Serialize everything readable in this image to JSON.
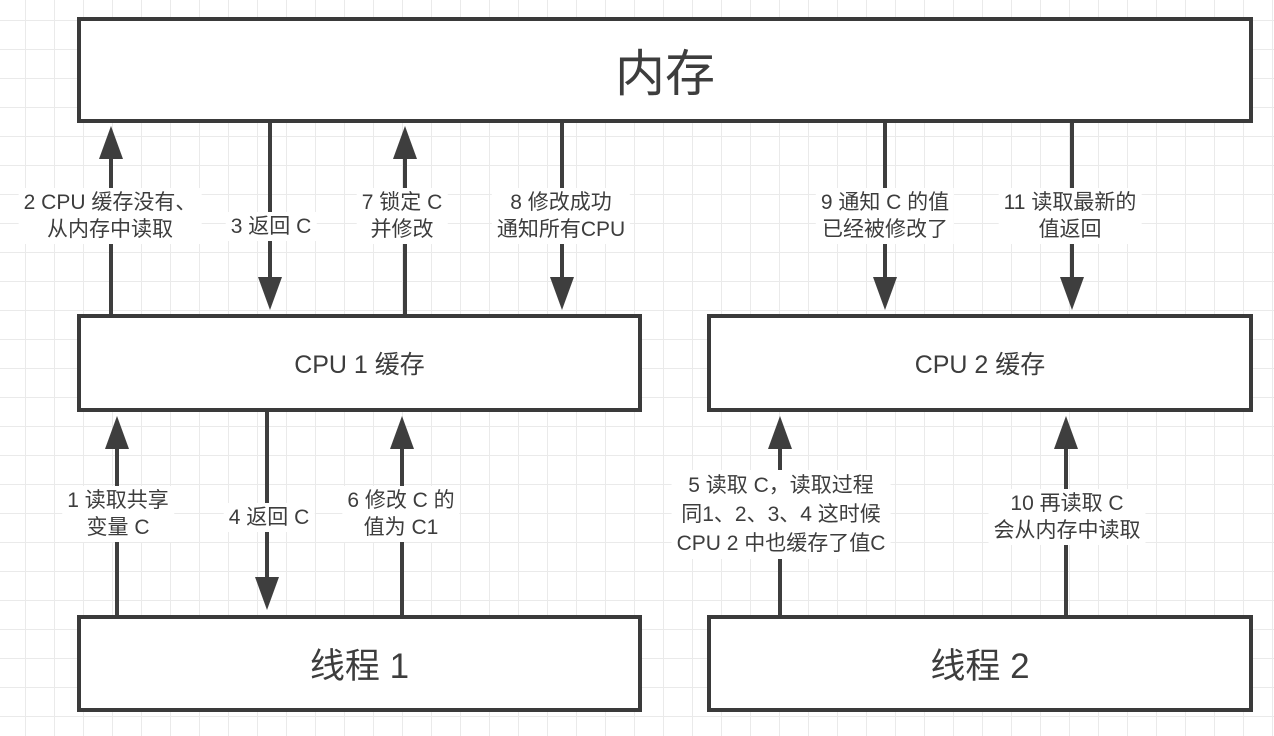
{
  "boxes": {
    "memory": {
      "label": "内存"
    },
    "cpu1_cache": {
      "label": "CPU 1 缓存"
    },
    "cpu2_cache": {
      "label": "CPU 2 缓存"
    },
    "thread1": {
      "label": "线程 1"
    },
    "thread2": {
      "label": "线程 2"
    }
  },
  "arrows": {
    "a1": {
      "direction": "up",
      "from": "thread1",
      "to": "cpu1_cache",
      "lines": [
        "1 读取共享",
        "变量 C"
      ]
    },
    "a2": {
      "direction": "up",
      "from": "cpu1_cache",
      "to": "memory",
      "lines": [
        "2 CPU 缓存没有、",
        "从内存中读取"
      ]
    },
    "a3": {
      "direction": "down",
      "from": "memory",
      "to": "cpu1_cache",
      "lines": [
        "3 返回 C"
      ]
    },
    "a4": {
      "direction": "down",
      "from": "cpu1_cache",
      "to": "thread1",
      "lines": [
        "4 返回 C"
      ]
    },
    "a5": {
      "direction": "up",
      "from": "thread2",
      "to": "cpu2_cache",
      "lines": [
        "5 读取 C，读取过程",
        "同1、2、3、4 这时候",
        "CPU 2 中也缓存了值C"
      ]
    },
    "a6": {
      "direction": "up",
      "from": "thread1",
      "to": "cpu1_cache",
      "lines": [
        "6 修改 C 的",
        "值为 C1"
      ]
    },
    "a7": {
      "direction": "up",
      "from": "cpu1_cache",
      "to": "memory",
      "lines": [
        "7 锁定 C",
        "并修改"
      ]
    },
    "a8": {
      "direction": "down",
      "from": "memory",
      "to": "cpu1_cache",
      "lines": [
        "8 修改成功",
        "通知所有CPU"
      ]
    },
    "a9": {
      "direction": "down",
      "from": "memory",
      "to": "cpu2_cache",
      "lines": [
        "9 通知 C 的值",
        "已经被修改了"
      ]
    },
    "a10": {
      "direction": "up",
      "from": "thread2",
      "to": "cpu2_cache",
      "lines": [
        "10 再读取 C",
        "会从内存中读取"
      ]
    },
    "a11": {
      "direction": "down",
      "from": "memory",
      "to": "cpu2_cache",
      "lines": [
        "11 读取最新的",
        "值返回"
      ]
    }
  },
  "colors": {
    "stroke": "#3a3a3a",
    "arrow": "#3e3e3e",
    "text": "#3d3d3d",
    "box_fill": "#ffffff",
    "grid_line": "#eaeaea",
    "background": "#ffffff"
  }
}
